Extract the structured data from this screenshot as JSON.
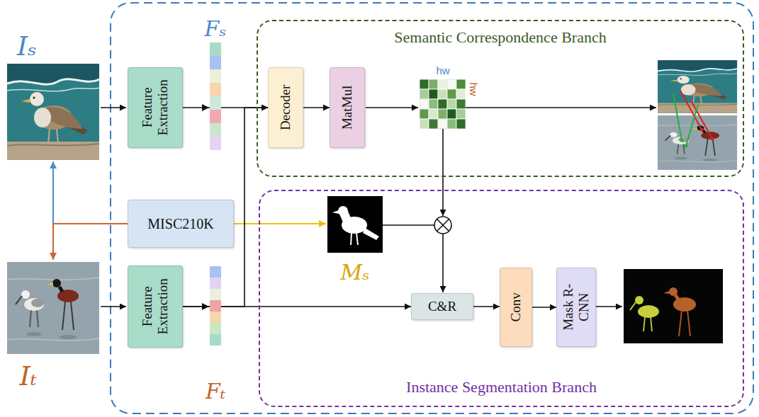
{
  "diagram": {
    "nodes": [
      {
        "text": [
          "Feature Extraction"
        ]
      },
      {
        "text": [
          "Semantic Correspondence Branch"
        ]
      },
      {
        "text": [
          "Decoder"
        ],
        "in": 1
      },
      {
        "text": [
          "MatMul"
        ],
        "in": 1
      },
      {
        "text": [
          "MISC210K"
        ]
      },
      {
        "text": [
          "Instance Segmentation Branch"
        ]
      },
      {
        "text": [
          "Feature Extraction"
        ]
      },
      {
        "text": [
          "C&R"
        ],
        "in": 5
      },
      {
        "text": [
          "Conv"
        ],
        "in": 5
      },
      {
        "text": [
          "Mask R-CNN"
        ],
        "in": 5
      }
    ],
    "edges": [
      {
        "from": 0,
        "to": 2,
        "arrow": "to"
      },
      {
        "from": 6,
        "to": 2,
        "arrow": "to"
      },
      {
        "from": 6,
        "to": 7,
        "arrow": "to"
      },
      {
        "from": 2,
        "to": 3,
        "arrow": "to"
      },
      {
        "from": 7,
        "to": 8,
        "arrow": "to"
      },
      {
        "from": 8,
        "to": 9,
        "arrow": "to"
      }
    ],
    "labels": [
      "Iₛ",
      "Fₛ",
      "hw",
      "hw",
      "Mₛ",
      "Iₜ",
      "Fₜ"
    ]
  }
}
